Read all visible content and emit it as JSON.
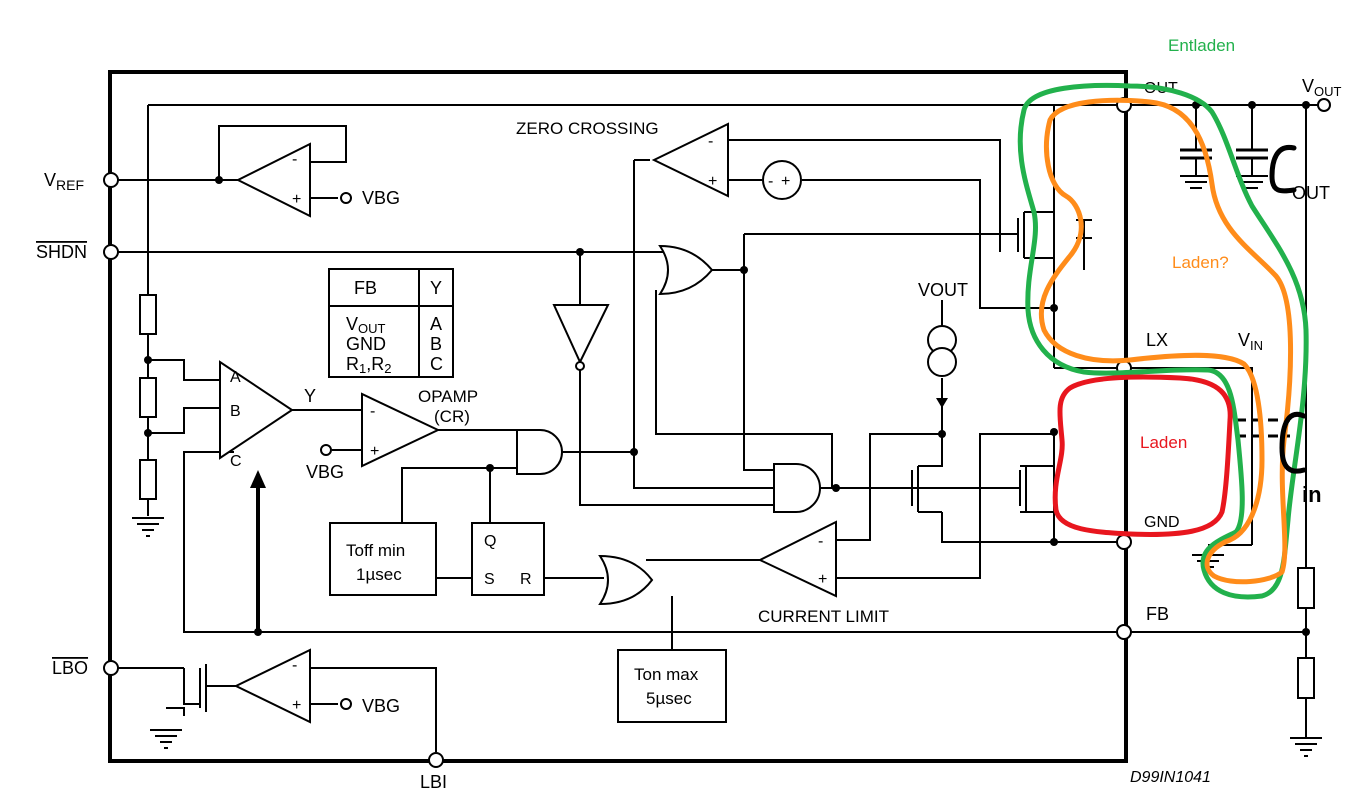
{
  "annotations": {
    "entladen": "Entladen",
    "laden_q": "Laden?",
    "laden": "Laden",
    "c_out_letter": "C",
    "c_out_sub": "OUT",
    "c_in_letter": "C",
    "c_in_sub": "in",
    "colors": {
      "green": "#22b14c",
      "orange": "#ff8c1a",
      "red": "#e8161e"
    }
  },
  "pins": {
    "vref": "V",
    "vref_sub": "REF",
    "shdn": "SHDN",
    "lbo": "LBO",
    "lbi": "LBI",
    "out": "OUT",
    "lx": "LX",
    "vin": "V",
    "vin_sub": "IN",
    "gnd": "GND",
    "fb": "FB",
    "vout_ext": "V",
    "vout_ext_sub": "OUT"
  },
  "labels": {
    "zero_crossing": "ZERO CROSSING",
    "opamp": "OPAMP",
    "cr": "(CR)",
    "current_limit": "CURRENT LIMIT",
    "vbg": "VBG",
    "vout": "VOUT",
    "y": "Y",
    "a": "A",
    "b": "B",
    "c": "C",
    "q": "Q",
    "s": "S",
    "r": "R",
    "minus": "-",
    "plus": "+",
    "toff_line1": "Toff min",
    "toff_line2": "1µsec",
    "ton_line1": "Ton max",
    "ton_line2": "5µsec",
    "drawing_id": "D99IN1041"
  },
  "fb_table": {
    "head_fb": "FB",
    "head_y": "Y",
    "r1_fb": "V",
    "r1_fb_sub": "OUT",
    "r1_y": "A",
    "r2_fb": "GND",
    "r2_y": "B",
    "r3_fb": "R",
    "r3_sub1": "1",
    "r3_mid": ",R",
    "r3_sub2": "2",
    "r3_y": "C"
  }
}
